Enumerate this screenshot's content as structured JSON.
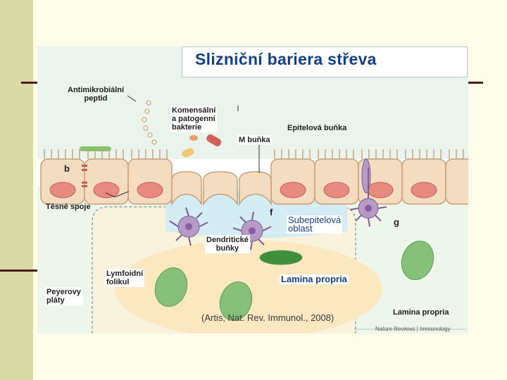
{
  "title": "Slizniční bariera střeva",
  "labels": {
    "antimicrobial_peptide": "Antimikrobiální\npeptid",
    "commensal_bacteria": "Komensální\na patogenní\nbakterie",
    "epithelial_cell": "Epitelová buňka",
    "m_cell": "M buňka",
    "tight_junctions": "Těsné spoje",
    "subepithelial_area": "Subepitelová\noblast",
    "dendritic_cells": "Dendritické\nbuňky",
    "lymphoid_follicle": "Lymfoidní\nfolikul",
    "lamina_propria_blue": "Lamina propria",
    "peyer_patches": "Peyerovy\npláty",
    "lamina_propria_black": "Lamina propria",
    "citation": "(Artis, Nat. Rev. Immunol., 2008)",
    "journal": "Nature Reviews | Immunology"
  },
  "letters": [
    "b",
    "f",
    "g"
  ],
  "colors": {
    "title": "#143f82",
    "slide_background": "#fdfde9",
    "sidebar": "#d9d9a6",
    "divider_line": "#4a1c12",
    "epithelium": "#f3dcbf",
    "nucleus": "#e88a80",
    "lumen": "#e9f2ea",
    "lamina_propria": "#eef6ec",
    "follicle": "#fcebc6",
    "subepithelial_dome": "#d4ecf3",
    "dendritic_cell": "#b79ac6",
    "green_cell": "#86c079"
  }
}
